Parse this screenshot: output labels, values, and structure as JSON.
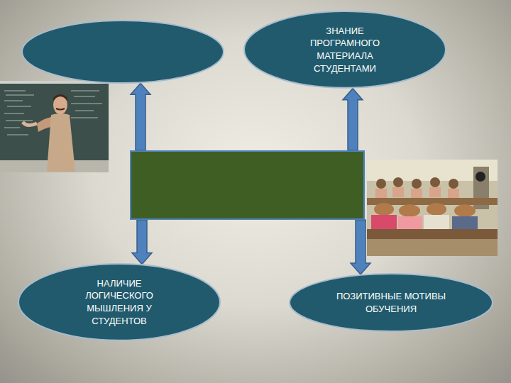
{
  "diagram": {
    "nodes": [
      {
        "text": []
      },
      {
        "text": [
          "ЗНАНИЕ ПРОГРАМНОГО МАТЕРИАЛА СТУДЕНТАМИ"
        ]
      },
      {
        "text": []
      },
      {
        "text": [
          "НАЛИЧИЕ ЛОГИЧЕСКОГО МЫШЛЕНИЯ У СТУДЕНТОВ"
        ]
      },
      {
        "text": [
          "ПОЗИТИВНЫЕ МОТИВЫ ОБУЧЕНИЯ"
        ]
      }
    ],
    "edges": [
      {
        "from": 2,
        "to": 0,
        "arrow": "to"
      },
      {
        "from": 2,
        "to": 1,
        "arrow": "to"
      },
      {
        "from": 2,
        "to": 3,
        "arrow": "to"
      },
      {
        "from": 2,
        "to": 4,
        "arrow": "to"
      }
    ]
  }
}
